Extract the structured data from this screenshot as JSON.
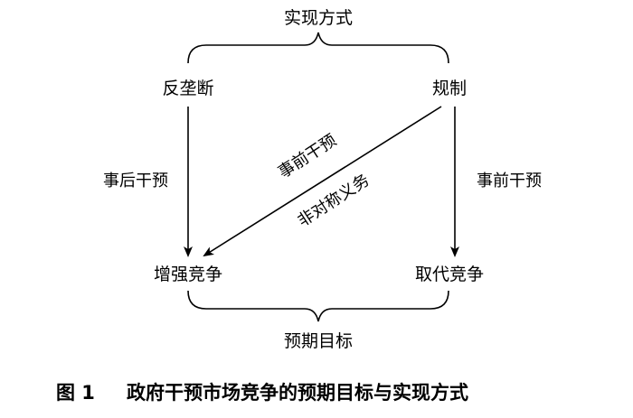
{
  "diagram": {
    "top_brace_label": "实现方式",
    "bottom_brace_label": "预期目标",
    "nodes": {
      "antitrust": "反垄断",
      "regulation": "规制",
      "enhance_competition": "增强竞争",
      "replace_competition": "取代竞争"
    },
    "edges": {
      "left": "事后干预",
      "right": "事前干预",
      "diagonal_upper": "事前干预",
      "diagonal_lower": "非对称义务"
    },
    "caption_number": "图 1",
    "caption_text": "政府干预市场竞争的预期目标与实现方式"
  }
}
